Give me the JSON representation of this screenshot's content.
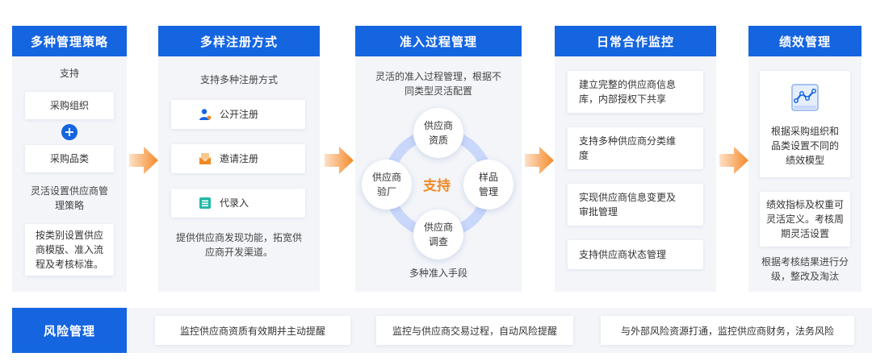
{
  "columns": [
    {
      "title": "多种管理策略",
      "support": "支持",
      "card_org": "采购组织",
      "plus": "+",
      "card_category": "采购品类",
      "flex_text": [
        "灵活设置供应商管",
        "理策略"
      ],
      "bottom_card": [
        "按类别设置供应",
        "商模版、准入流",
        "程及考核标准。"
      ]
    },
    {
      "title": "多样注册方式",
      "intro": "支持多种注册方式",
      "options": [
        {
          "label": "公开注册",
          "icon": "user-icon"
        },
        {
          "label": "邀请注册",
          "icon": "envelope-icon"
        },
        {
          "label": "代录入",
          "icon": "list-icon"
        }
      ],
      "footer": [
        "提供供应商发现功能，拓宽供",
        "应商开发渠道。"
      ]
    },
    {
      "title": "准入过程管理",
      "intro": [
        "灵活的准入过程管理，根据不",
        "同类型灵活配置"
      ],
      "center": "支持",
      "nodes": {
        "top": [
          "供应商",
          "资质"
        ],
        "left": [
          "供应商",
          "验厂"
        ],
        "right": [
          "样品",
          "管理"
        ],
        "bottom": [
          "供应商",
          "调查"
        ]
      },
      "footer": "多种准入手段"
    },
    {
      "title": "日常合作监控",
      "cards": [
        [
          "建立完整的供应商信息",
          "库，内部授权下共享"
        ],
        [
          "支持多种供应商分类维",
          "度"
        ],
        [
          "实现供应商信息变更及",
          "审批管理"
        ],
        [
          "支持供应商状态管理"
        ]
      ]
    },
    {
      "title": "绩效管理",
      "icon": "chart-line-icon",
      "card1": [
        "根据采购组织和",
        "品类设置不同的",
        "绩效模型"
      ],
      "card2": [
        "绩效指标及权重可",
        "灵活定义。考核周",
        "期灵活设置"
      ],
      "footer": [
        "根据考核结果进行分",
        "级，整改及淘汰"
      ]
    }
  ],
  "risk": {
    "title": "风险管理",
    "items": [
      "监控供应商资质有效期并主动提醒",
      "监控与供应商交易过程，自动风险提醒",
      "与外部风险资源打通，监控供应商财务，法务风险"
    ]
  },
  "colors": {
    "primary": "#1565e0",
    "accent": "#f08a24",
    "panel": "#f3f5f9",
    "ring": "#c9d7fb"
  }
}
